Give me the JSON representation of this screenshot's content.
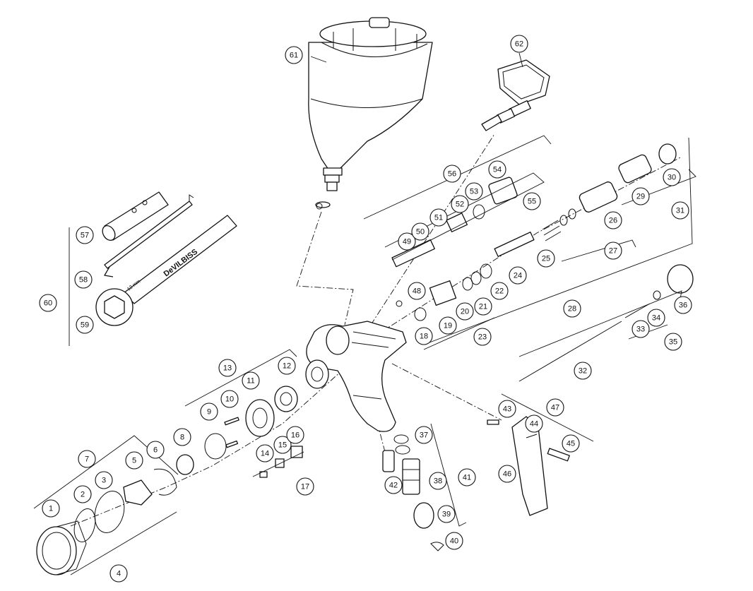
{
  "diagram": {
    "wrench_brand": "DeVILBISS",
    "wrench_size": "12 mm",
    "callouts": [
      "1",
      "2",
      "3",
      "4",
      "5",
      "6",
      "7",
      "8",
      "9",
      "10",
      "11",
      "12",
      "13",
      "14",
      "15",
      "16",
      "17",
      "18",
      "19",
      "20",
      "21",
      "22",
      "23",
      "24",
      "25",
      "26",
      "27",
      "28",
      "29",
      "30",
      "31",
      "32",
      "33",
      "34",
      "35",
      "36",
      "37",
      "38",
      "39",
      "40",
      "41",
      "42",
      "43",
      "44",
      "45",
      "46",
      "47",
      "48",
      "49",
      "50",
      "51",
      "52",
      "53",
      "54",
      "55",
      "56",
      "57",
      "58",
      "59",
      "60",
      "61",
      "62"
    ]
  }
}
